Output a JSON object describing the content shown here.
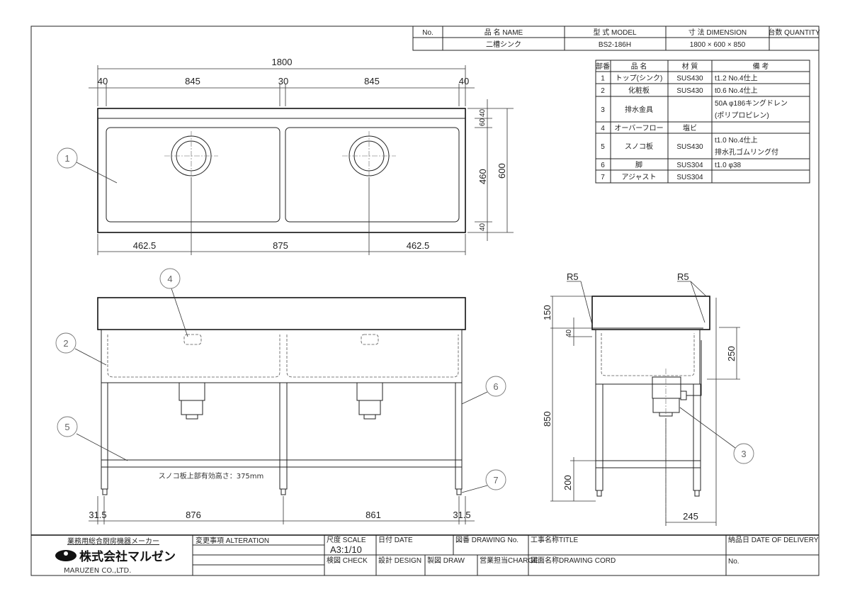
{
  "header_table": {
    "headers": [
      "No.",
      "品 名 NAME",
      "型 式 MODEL",
      "寸 法 DIMENSION",
      "台数 QUANTITY"
    ],
    "row": {
      "no": "",
      "name": "二槽シンク",
      "model": "BS2-186H",
      "dimension": "1800 × 600 × 850",
      "quantity": ""
    }
  },
  "parts_table": {
    "headers": [
      "部番",
      "品 名",
      "材 質",
      "備 考"
    ],
    "rows": [
      {
        "no": "1",
        "name": "トップ(シンク)",
        "material": "SUS430",
        "note": [
          "t1.2 No.4仕上"
        ]
      },
      {
        "no": "2",
        "name": "化粧板",
        "material": "SUS430",
        "note": [
          "t0.6 No.4仕上"
        ]
      },
      {
        "no": "3",
        "name": "排水金具",
        "material": "",
        "note": [
          "50A φ186キングドレン",
          "(ポリプロピレン)"
        ]
      },
      {
        "no": "4",
        "name": "オーバーフロー",
        "material": "塩ビ",
        "note": [
          ""
        ]
      },
      {
        "no": "5",
        "name": "スノコ板",
        "material": "SUS430",
        "note": [
          "t1.0 No.4仕上",
          "排水孔ゴムリング付"
        ]
      },
      {
        "no": "6",
        "name": "脚",
        "material": "SUS304",
        "note": [
          "t1.0 φ38"
        ]
      },
      {
        "no": "7",
        "name": "アジャスト",
        "material": "SUS304",
        "note": [
          ""
        ]
      }
    ]
  },
  "top_view": {
    "overall": "1800",
    "segments": [
      "40",
      "845",
      "30",
      "845",
      "40"
    ],
    "bottom": [
      "462.5",
      "875",
      "462.5"
    ],
    "right_inner": [
      "40",
      "60",
      "460",
      "40"
    ],
    "right_outer": "600"
  },
  "front_view": {
    "shelf_note": "スノコ板上部有効高さ：375mm",
    "bottom": [
      "31.5",
      "876",
      "861",
      "31.5"
    ]
  },
  "side_view": {
    "radius_left": "R5",
    "radius_right": "R5",
    "h_backsplash": "150",
    "h_edge": "40",
    "h_total": "850",
    "h_shelf": "200",
    "depth_basin": "250",
    "drain_offset": "245"
  },
  "callouts": [
    "1",
    "2",
    "3",
    "4",
    "5",
    "6",
    "7"
  ],
  "title_block": {
    "maker_tagline": "業務用総合厨房機器メーカー",
    "company_jp": "株式会社マルゼン",
    "company_en": "MARUZEN CO.,LTD.",
    "alteration": "変更事項 ALTERATION",
    "scale_label": "尺度 SCALE",
    "scale_value": "A3:1/10",
    "date": "日付 DATE",
    "drawing_no": "図番 DRAWING No.",
    "title": "工事名称TITLE",
    "delivery": "納品日 DATE OF DELIVERY",
    "check": "検図 CHECK",
    "design": "設計 DESIGN",
    "draw": "製図 DRAW",
    "charge": "営業担当CHARGE",
    "drawing_cord": "図面名称DRAWING CORD",
    "no": "No."
  }
}
